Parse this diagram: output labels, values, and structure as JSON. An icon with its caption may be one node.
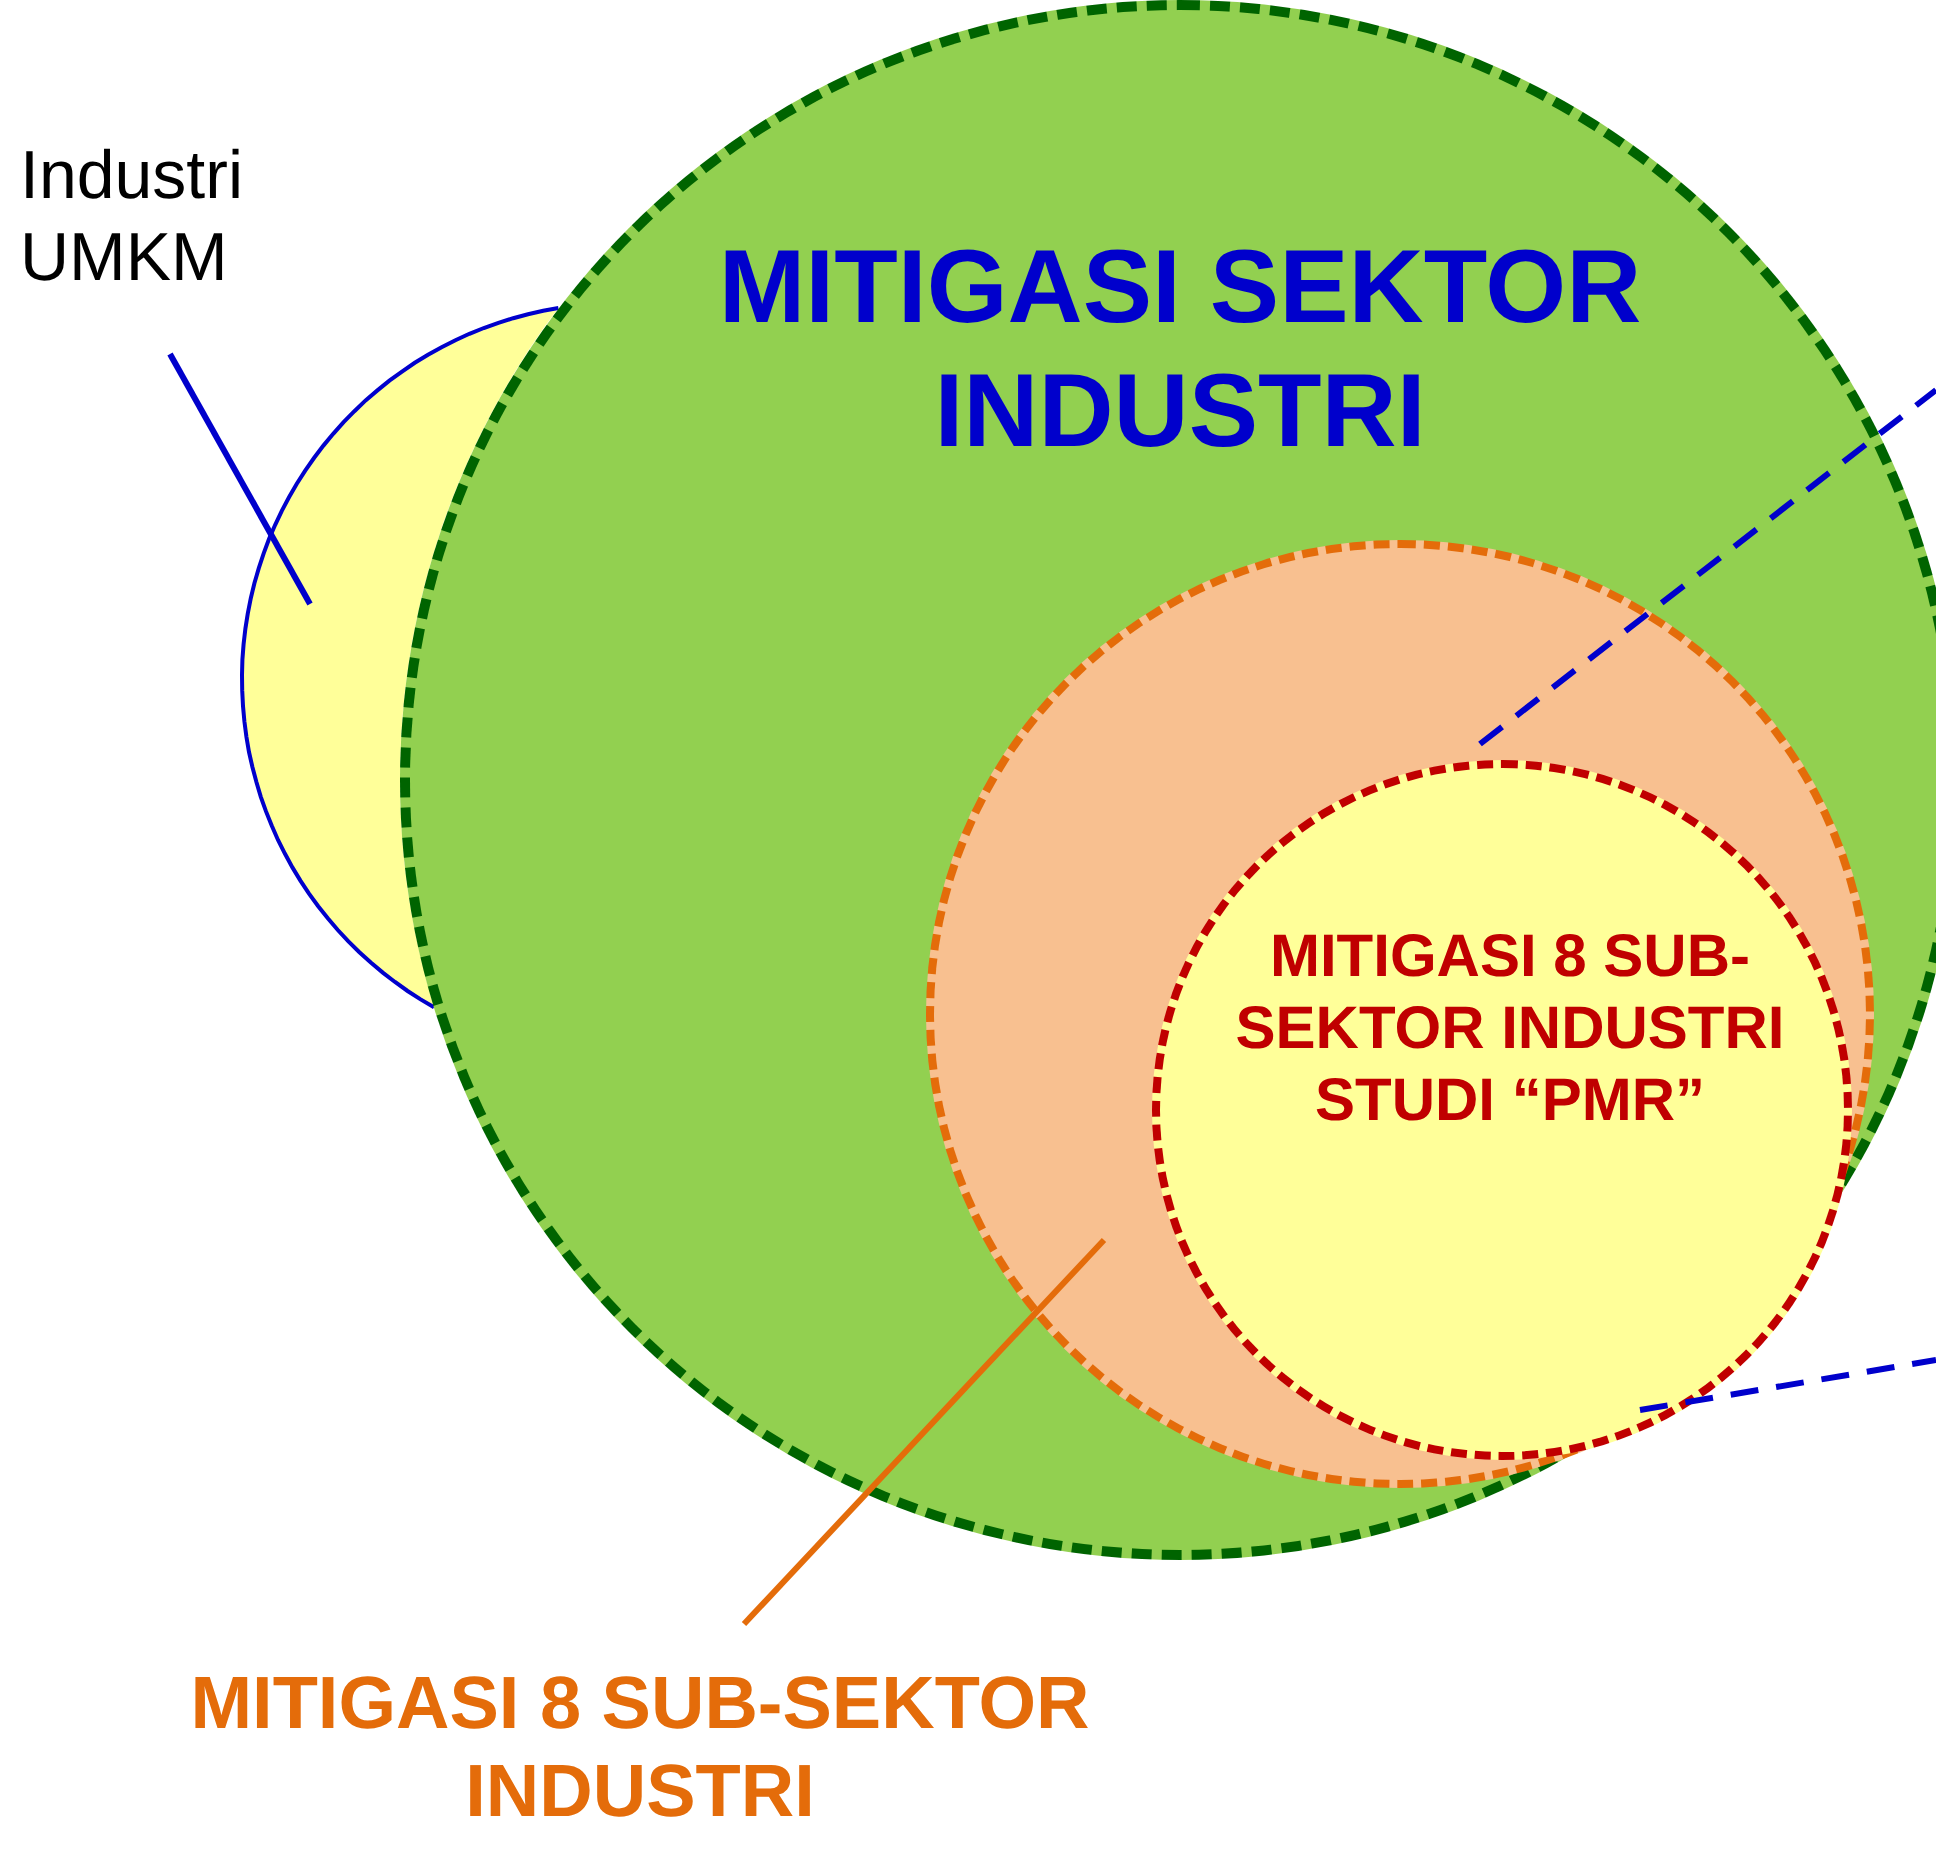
{
  "diagram": {
    "nodes": [
      {
        "text": [
          "Industri UMKM"
        ]
      },
      {
        "text": [],
        "shape": "circle"
      },
      {
        "text": [
          "MITIGASI SEKTOR INDUSTRI"
        ]
      },
      {
        "text": [],
        "shape": "circle",
        "in": 2
      },
      {
        "text": [
          "MITIGASI 8 SUB-SEKTOR INDUSTRI STUDI “PMR”"
        ],
        "in": 3
      },
      {
        "text": [
          "MITIGASI 8 SUB-SEKTOR INDUSTRI"
        ]
      }
    ],
    "edges": [
      {
        "from": 0,
        "to": 1,
        "arrow": "none",
        "color": "#0000cc"
      },
      {
        "from": 5,
        "to": 3,
        "arrow": "none",
        "color": "#e46c0a"
      },
      {
        "from": 4,
        "to": null,
        "arrow": "none",
        "style": "dashed",
        "color": "#0000cc"
      },
      {
        "from": 4,
        "to": null,
        "arrow": "none",
        "style": "dashed",
        "color": "#0000cc"
      }
    ]
  }
}
